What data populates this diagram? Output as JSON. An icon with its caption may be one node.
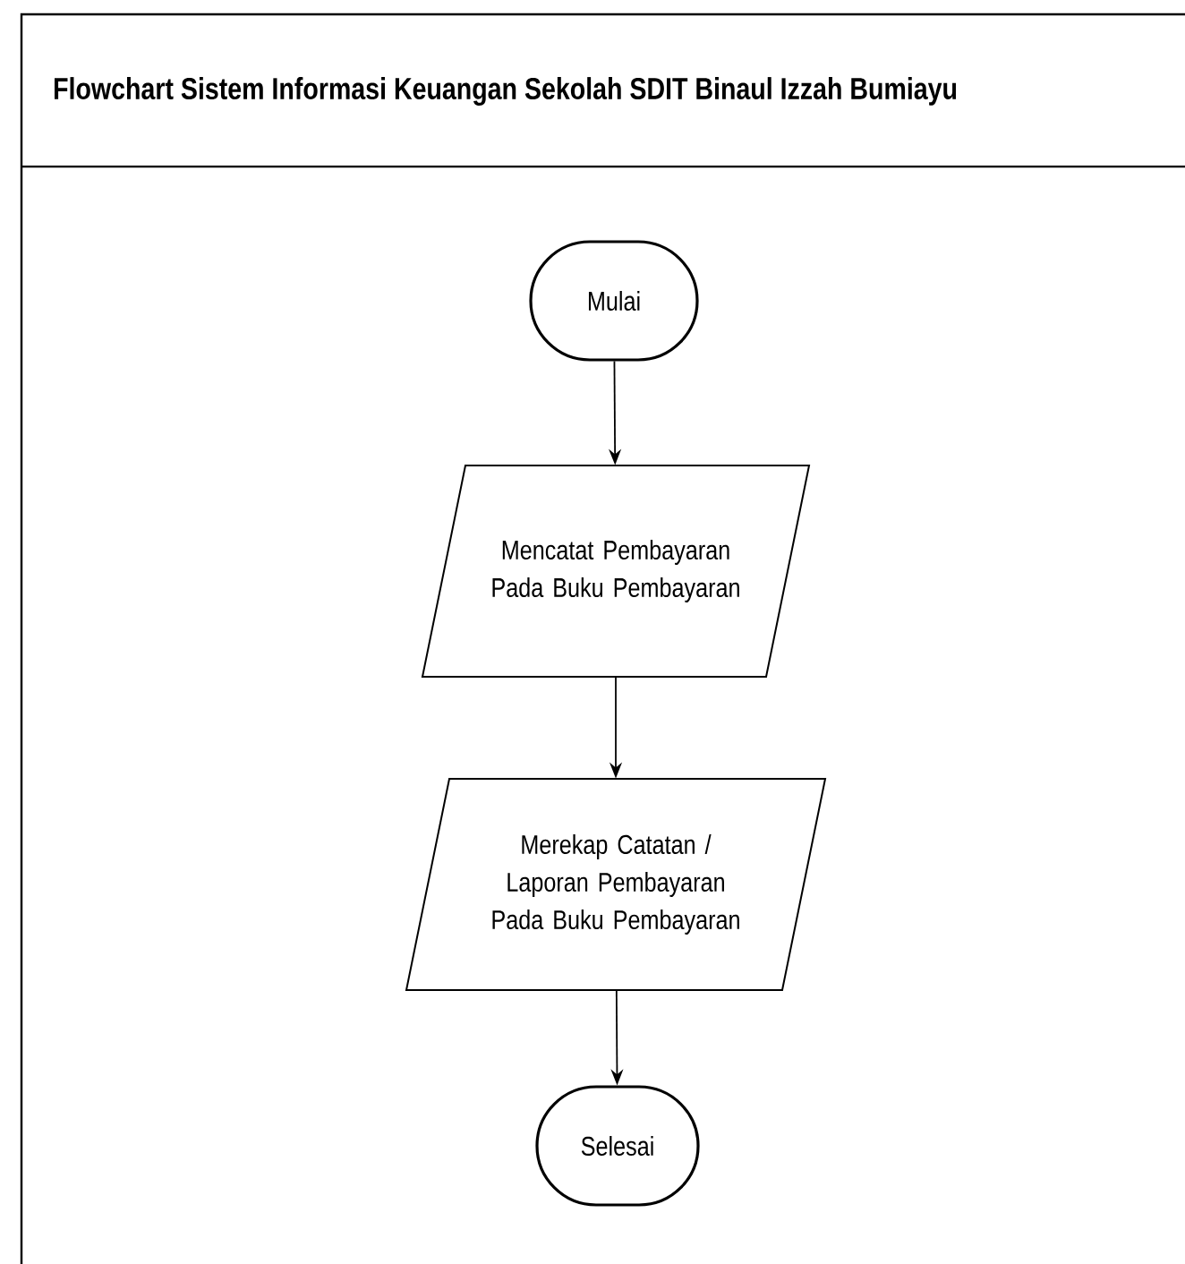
{
  "diagram": {
    "title": "Flowchart Sistem Informasi Keuangan Sekolah SDIT Binaul Izzah Bumiayu",
    "nodes": [
      {
        "text": [
          "Mulai"
        ]
      },
      {
        "text": [
          "Mencatat Pembayaran Pada Buku Pembayaran"
        ]
      },
      {
        "text": [
          "Merekap Catatan / Laporan Pembayaran Pada Buku Pembayaran"
        ]
      },
      {
        "text": [
          "Selesai"
        ]
      }
    ],
    "edges": [
      {
        "from": 0,
        "to": 1,
        "arrow": "to"
      },
      {
        "from": 1,
        "to": 2,
        "arrow": "to"
      },
      {
        "from": 2,
        "to": 3,
        "arrow": "to"
      }
    ]
  }
}
